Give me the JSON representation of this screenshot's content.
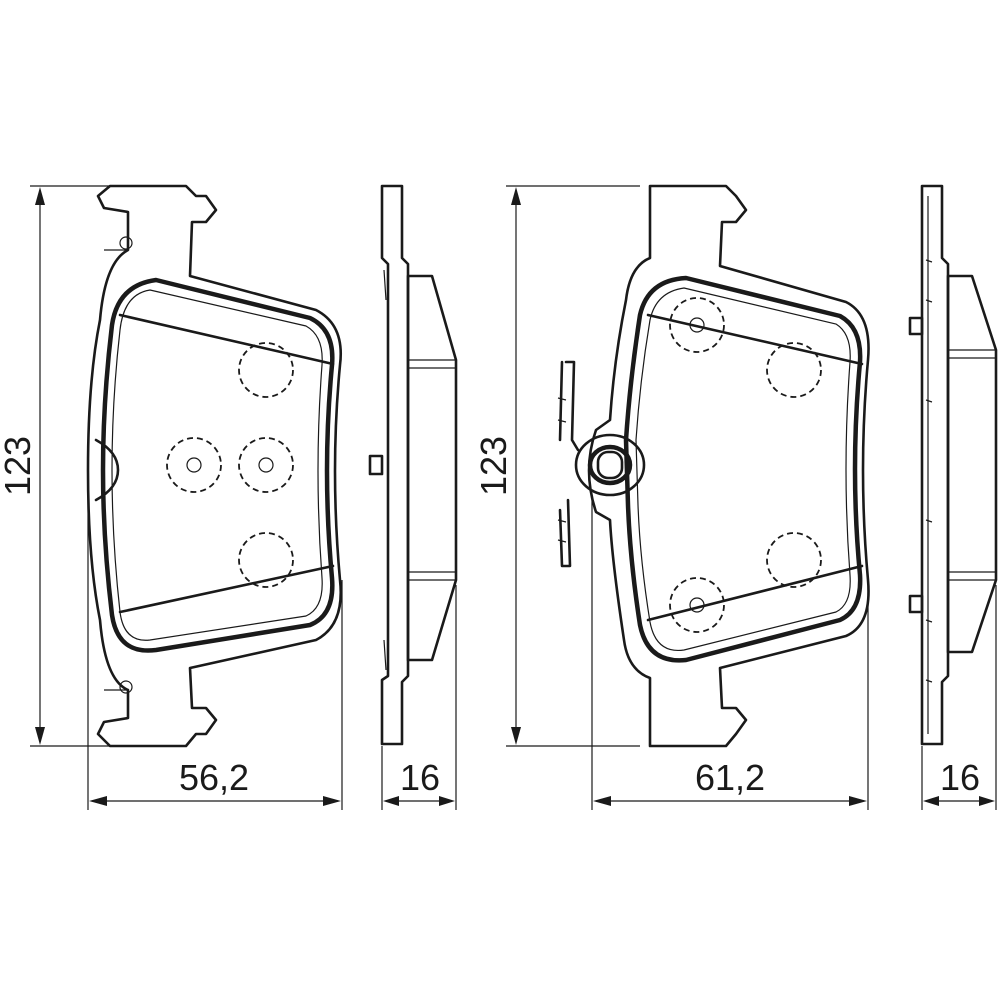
{
  "dimensions": {
    "pad1_height": "123",
    "pad1_width": "56,2",
    "pad1_thickness": "16",
    "pad2_height": "123",
    "pad2_width": "61,2",
    "pad2_thickness": "16"
  }
}
